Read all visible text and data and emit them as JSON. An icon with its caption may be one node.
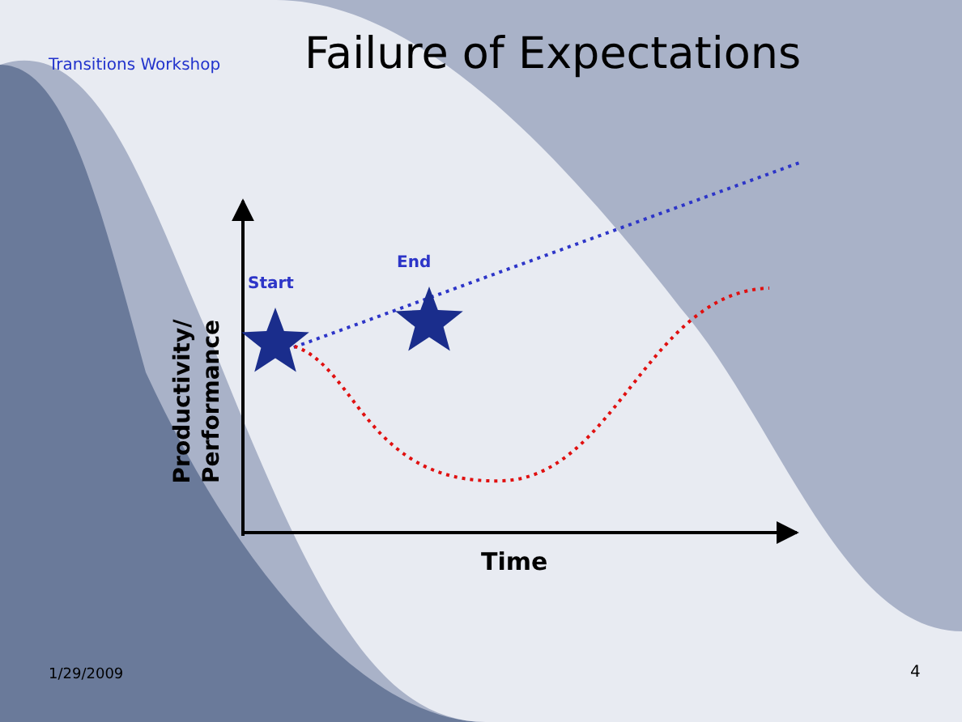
{
  "diagram": {
    "title": "Failure of Expectations",
    "labels": [
      "Transitions Workshop",
      "Start",
      "End",
      "Productivity/ Performance",
      "Time",
      "1/29/2009",
      "4"
    ]
  }
}
